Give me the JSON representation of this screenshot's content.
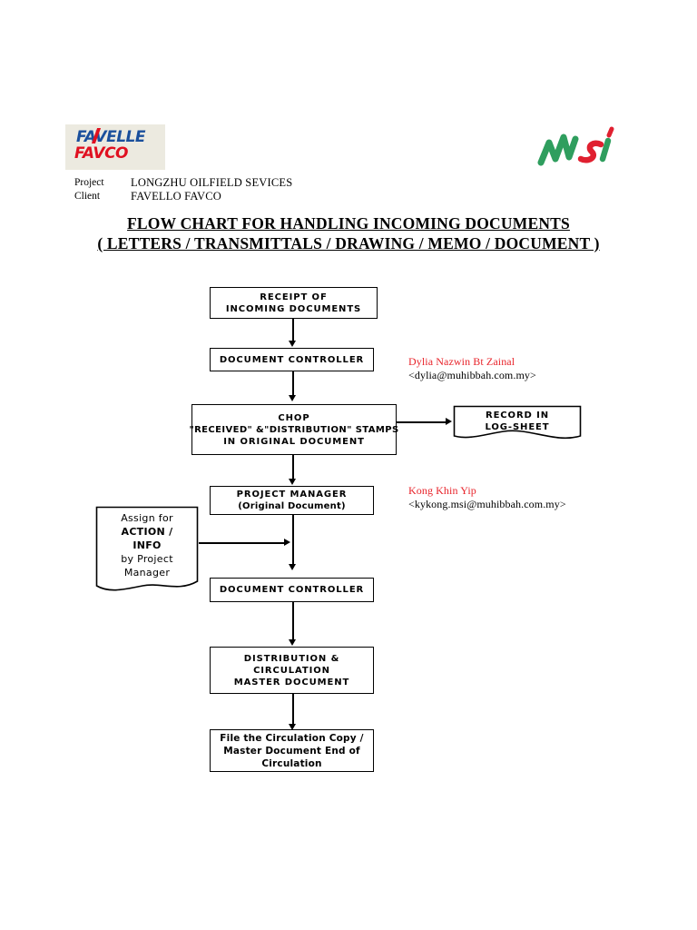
{
  "document": {
    "title_line1": "FLOW CHART FOR HANDLING INCOMING DOCUMENTS",
    "title_line2": "( LETTERS / TRANSMITTALS / DRAWING / MEMO / DOCUMENT )"
  },
  "header": {
    "favelle_logo": {
      "line1": "FAVELLE",
      "line2": "FAVCO",
      "blue": "#1a4f9c",
      "red": "#e01020",
      "background": "#eceae0"
    },
    "msi_logo": {
      "text": "msi",
      "green": "#2f9e5e",
      "red": "#e02030"
    },
    "meta": [
      {
        "key": "Project",
        "value": "LONGZHU OILFIELD SEVICES"
      },
      {
        "key": "Client",
        "value": "FAVELLO FAVCO"
      }
    ]
  },
  "flowchart": {
    "nodes": [
      {
        "id": "receipt",
        "shape": "rect",
        "lines": [
          "RECEIPT OF",
          "INCOMING DOCUMENTS"
        ]
      },
      {
        "id": "doc-controller-1",
        "shape": "rect",
        "lines": [
          "DOCUMENT CONTROLLER"
        ]
      },
      {
        "id": "chop",
        "shape": "rect",
        "lines": [
          "CHOP",
          "\"RECEIVED\" &\"DISTRIBUTION\" STAMPS",
          "IN ORIGINAL DOCUMENT"
        ]
      },
      {
        "id": "record-log-sheet",
        "shape": "document",
        "lines": [
          "RECORD IN",
          "LOG-SHEET"
        ]
      },
      {
        "id": "project-manager",
        "shape": "rect",
        "lines": [
          "PROJECT MANAGER",
          "(Original Document)"
        ]
      },
      {
        "id": "assign-action-info",
        "shape": "document",
        "lines": [
          "Assign for",
          "ACTION /",
          "INFO",
          "by Project",
          "Manager"
        ]
      },
      {
        "id": "doc-controller-2",
        "shape": "rect",
        "lines": [
          "DOCUMENT CONTROLLER"
        ]
      },
      {
        "id": "distribution",
        "shape": "rect",
        "lines": [
          "DISTRIBUTION &",
          "CIRCULATION",
          "MASTER DOCUMENT"
        ]
      },
      {
        "id": "file-circulation",
        "shape": "rect",
        "lines": [
          "File the Circulation Copy /",
          "Master Document End of",
          "Circulation"
        ]
      }
    ]
  },
  "annotations": [
    {
      "id": "dylia",
      "name": "Dylia Nazwin Bt Zainal",
      "email": "<dylia@muhibbah.com.my>"
    },
    {
      "id": "kong",
      "name": "Kong Khin Yip",
      "email": "<kykong.msi@muhibbah.com.my>"
    }
  ]
}
